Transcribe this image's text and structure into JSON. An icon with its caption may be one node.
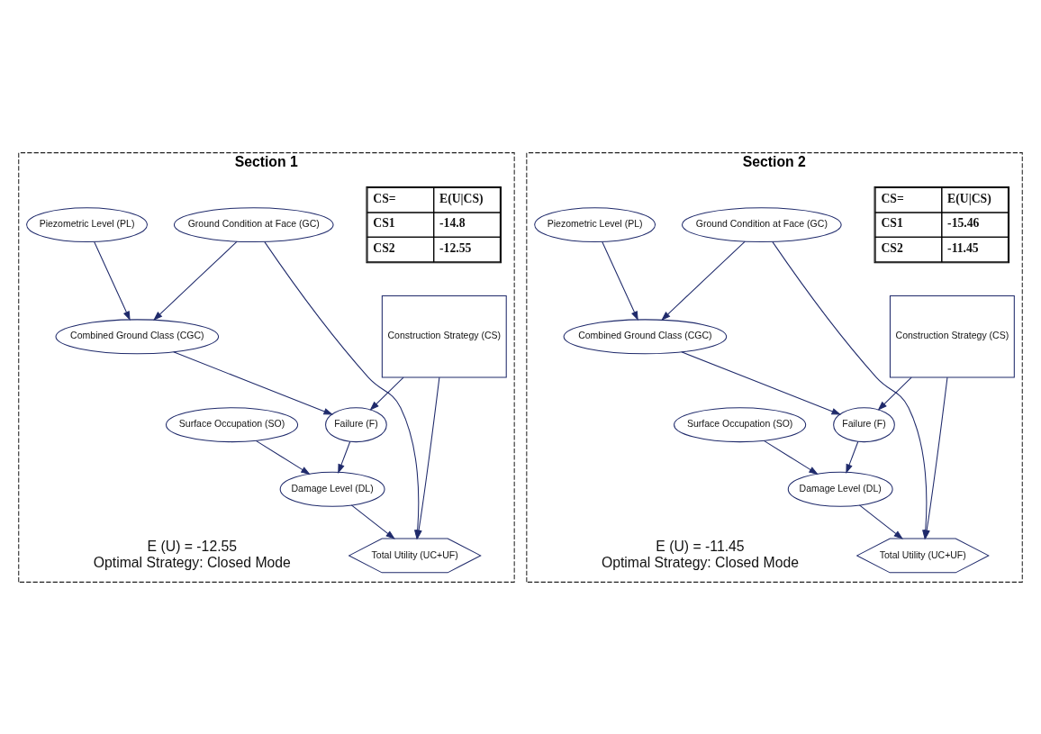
{
  "diagram": {
    "nodes": [
      {
        "text": [
          "Section 1"
        ],
        "beside": [
          "E (U) = -12.55",
          "Optimal Strategy: Closed Mode"
        ]
      },
      {
        "text": [
          "CS=",
          "E(U|CS)",
          "CS1",
          "-14.8",
          "CS2",
          "-12.55"
        ],
        "in": 0
      },
      {
        "text": [
          "Construction Strategy (CS)"
        ],
        "in": 0
      },
      {
        "text": [
          "Ground Condition at Face (GC)"
        ],
        "in": 0
      },
      {
        "text": [
          "Piezometric Level (PL)"
        ],
        "in": 0
      },
      {
        "text": [
          "Combined Ground Class (CGC)"
        ],
        "in": 0
      },
      {
        "text": [
          "Failure (F)"
        ],
        "in": 0
      },
      {
        "text": [
          "Surface Occupation (SO)"
        ],
        "in": 0
      },
      {
        "text": [
          "Damage Level (DL)"
        ],
        "in": 0
      },
      {
        "text": [
          "Total Utility (UC+UF)"
        ],
        "in": 0
      },
      {
        "text": [
          "Section 2"
        ],
        "beside": [
          "E (U) = -11.45",
          "Optimal Strategy: Closed Mode"
        ]
      },
      {
        "text": [
          "CS=",
          "E(U|CS)",
          "CS1",
          "-15.46",
          "CS2",
          "-11.45"
        ],
        "in": 10
      },
      {
        "text": [
          "Construction Strategy (CS)"
        ],
        "in": 10
      },
      {
        "text": [
          "Ground Condition at Face (GC)"
        ],
        "in": 10
      },
      {
        "text": [
          "Piezometric Level (PL)"
        ],
        "in": 10
      },
      {
        "text": [
          "Combined Ground Class (CGC)"
        ],
        "in": 10
      },
      {
        "text": [
          "Failure (F)"
        ],
        "in": 10
      },
      {
        "text": [
          "Surface Occupation (SO)"
        ],
        "in": 10
      },
      {
        "text": [
          "Damage Level (DL)"
        ],
        "in": 10
      },
      {
        "text": [
          "Total Utility (UC+UF)"
        ],
        "in": 10
      }
    ],
    "edges": [
      {
        "from": 2,
        "to": 9,
        "arrow": "to"
      },
      {
        "from": 3,
        "to": 9,
        "arrow": "to"
      },
      {
        "from": 2,
        "to": 6,
        "arrow": "to"
      },
      {
        "from": 3,
        "to": 5,
        "arrow": "to"
      },
      {
        "from": 4,
        "to": 5,
        "arrow": "to"
      },
      {
        "from": 5,
        "to": 6,
        "arrow": "to"
      },
      {
        "from": 6,
        "to": 8,
        "arrow": "to"
      },
      {
        "from": 7,
        "to": 8,
        "arrow": "to"
      },
      {
        "from": 8,
        "to": 9,
        "arrow": "to"
      },
      {
        "from": 12,
        "to": 19,
        "arrow": "to"
      },
      {
        "from": 13,
        "to": 19,
        "arrow": "to"
      },
      {
        "from": 12,
        "to": 16,
        "arrow": "to"
      },
      {
        "from": 13,
        "to": 15,
        "arrow": "to"
      },
      {
        "from": 14,
        "to": 15,
        "arrow": "to"
      },
      {
        "from": 15,
        "to": 16,
        "arrow": "to"
      },
      {
        "from": 16,
        "to": 18,
        "arrow": "to"
      },
      {
        "from": 17,
        "to": 18,
        "arrow": "to"
      },
      {
        "from": 18,
        "to": 19,
        "arrow": "to"
      }
    ]
  }
}
